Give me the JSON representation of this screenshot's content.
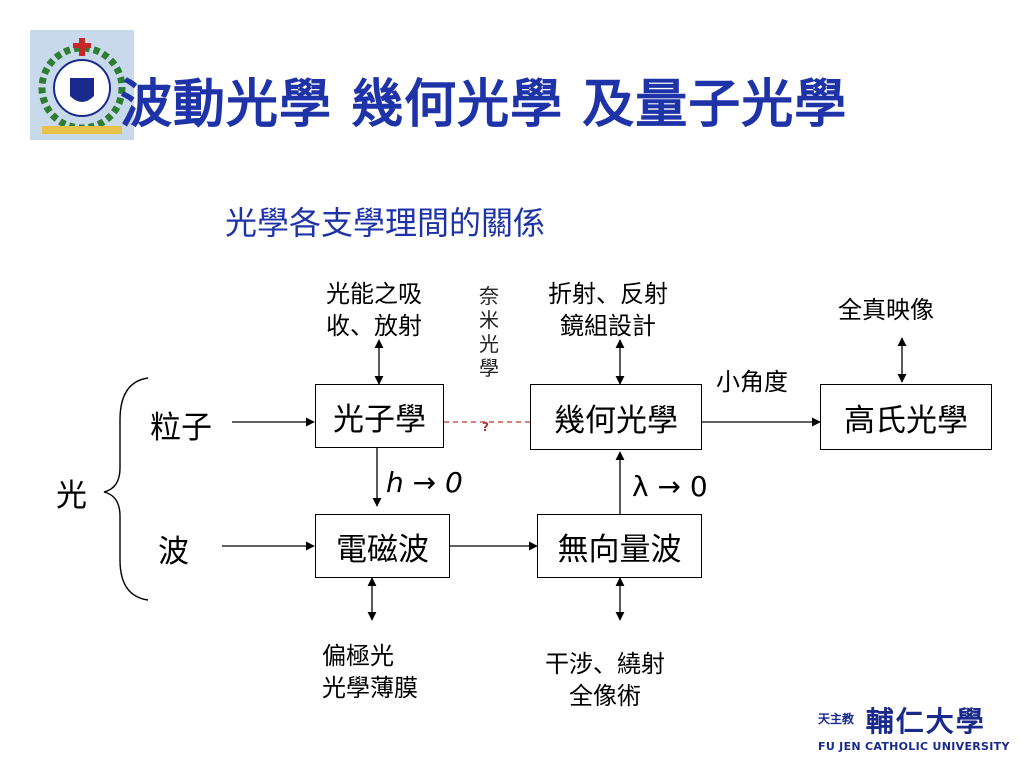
{
  "slide": {
    "title": "波動光學 幾何光學 及量子光學",
    "subtitle": "光學各支學理間的關係"
  },
  "diagram": {
    "root": "光",
    "inputs": {
      "particle": "粒子",
      "wave": "波"
    },
    "nodes": {
      "photonics": "光子學",
      "geometric": "幾何光學",
      "gaussian": "高氏光學",
      "em_wave": "電磁波",
      "scalar_wave": "無向量波"
    },
    "edge_labels": {
      "h_limit": "h → 0",
      "lambda_limit": "λ → 0",
      "small_angle": "小角度",
      "nano_chars": [
        "奈",
        "米",
        "光",
        "學"
      ],
      "question": "?"
    },
    "applications": {
      "photonics_line1": "光能之吸",
      "photonics_line2": "收、放射",
      "geometric_line1": "折射、反射",
      "geometric_line2": "鏡組設計",
      "gaussian": "全真映像",
      "em_line1": "偏極光",
      "em_line2": "光學薄膜",
      "scalar_line1": "干涉、繞射",
      "scalar_line2": "全像術"
    }
  },
  "branding": {
    "chars": "輔仁大學",
    "small": "天主教",
    "english": "FU JEN CATHOLIC UNIVERSITY"
  },
  "colors": {
    "title": "#1f33a8",
    "logo_bg": "#c9d9ec",
    "dashed": "#c0392b"
  }
}
